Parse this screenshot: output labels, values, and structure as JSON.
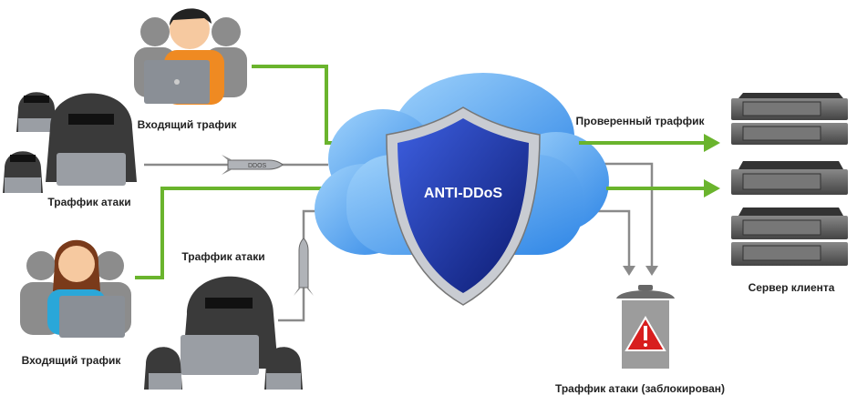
{
  "labels": {
    "incoming_top": "Входящий трафик",
    "attack_left": "Траффик атаки",
    "incoming_bottom": "Входящий трафик",
    "attack_bottom": "Траффик атаки",
    "verified": "Проверенный траффик",
    "server": "Сервер клиента",
    "blocked": "Траффик атаки (заблокирован)"
  },
  "shield": {
    "title": "ANTI-DDoS"
  },
  "missile": {
    "label": "DDOS"
  },
  "colors": {
    "green": "#6ab42d",
    "gray": "#8a8a8a",
    "cloud": "#5aa8ee",
    "shield": "#1a2fa0",
    "alert": "#d81e1e"
  }
}
